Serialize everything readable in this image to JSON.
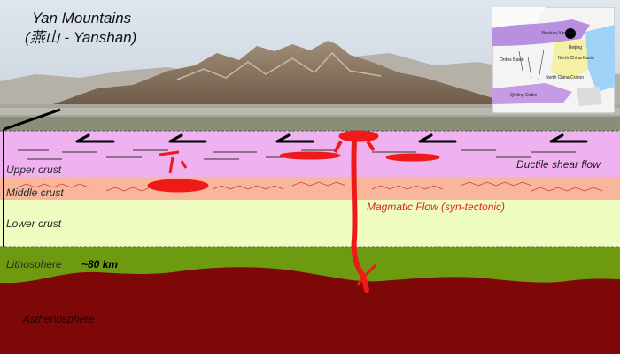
{
  "title": {
    "line1": "Yan Mountains",
    "line2": "(燕山 - Yanshan)"
  },
  "layers": {
    "upper_crust": "Upper crust",
    "middle_crust": "Middle crust",
    "lower_crust": "Lower crust",
    "lithosphere": "Lithosphere",
    "asthenosphere": "Asthenosphere"
  },
  "depth_label": "~80 km",
  "annotations": {
    "shear_flow": "Ductile shear flow",
    "magmatic_flow": "Magmatic Flow (syn-tectonic)"
  },
  "inset_map": {
    "labels": [
      "Yinshan-Yanshan",
      "Beijing",
      "Ordos Basin",
      "North China Basin",
      "North China Craton",
      "Qinling-Dabie"
    ]
  },
  "colors": {
    "upper_crust": "#efb1ef",
    "middle_crust": "#f8b79a",
    "lower_crust": "#eefdbf",
    "lithosphere": "#6e9a10",
    "asthenosphere": "#7e0808",
    "magma": "#ee1a1a"
  }
}
